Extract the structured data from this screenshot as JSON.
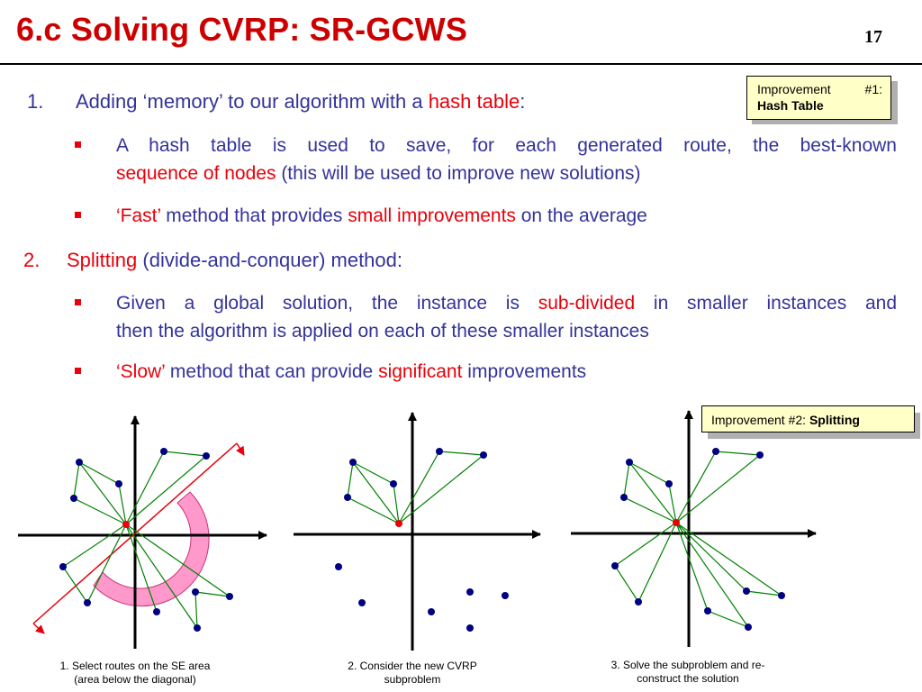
{
  "slide": {
    "title": "6.c Solving CVRP: SR-GCWS",
    "page_number": "17"
  },
  "items": [
    {
      "number": "1.",
      "text_before": "Adding ‘memory’ to our algorithm with a ",
      "highlight": "hash table",
      "text_after": ":",
      "bullets": [
        {
          "line1": "A hash table is used to save, for each generated route, the best-known",
          "line2_red": "sequence of nodes",
          "line2_rest": " (this will be used to improve new solutions)"
        },
        {
          "red1": "‘Fast’",
          "mid": " method that provides ",
          "red2": "small improvements",
          "end": " on the average"
        }
      ]
    },
    {
      "number": "2.",
      "highlight": "Splitting",
      "text_after": " (divide-and-conquer) method:",
      "bullets": [
        {
          "line1_before": "Given a global solution, the instance is ",
          "line1_red": "sub-divided",
          "line1_after": " in smaller instances and",
          "line2": "then the algorithm is applied on each of these smaller instances"
        },
        {
          "red1": "‘Slow’",
          "mid": " method that can provide ",
          "red2": "significant",
          "end": " improvements"
        }
      ]
    }
  ],
  "callouts": {
    "hash": {
      "line1_a": "Improvement",
      "line1_b": "#1:",
      "line2": "Hash Table"
    },
    "split": {
      "prefix": "Improvement #2: ",
      "bold": "Splitting"
    }
  },
  "captions": [
    {
      "line1": "1. Select routes on the SE area",
      "line2": "(area below the diagonal)"
    },
    {
      "line1": "2. Consider the new CVRP",
      "line2": "subproblem"
    },
    {
      "line1": "3. Solve the subproblem and re-",
      "line2": "construct the solution"
    }
  ],
  "colors": {
    "title": "#cc0000",
    "body_text": "#333399",
    "highlight": "#e8000b",
    "callout_bg": "#ffffc8",
    "node": "#000080",
    "depot": "#e8000b",
    "route_line": "#008000",
    "region_fill": "#ff99cc"
  }
}
